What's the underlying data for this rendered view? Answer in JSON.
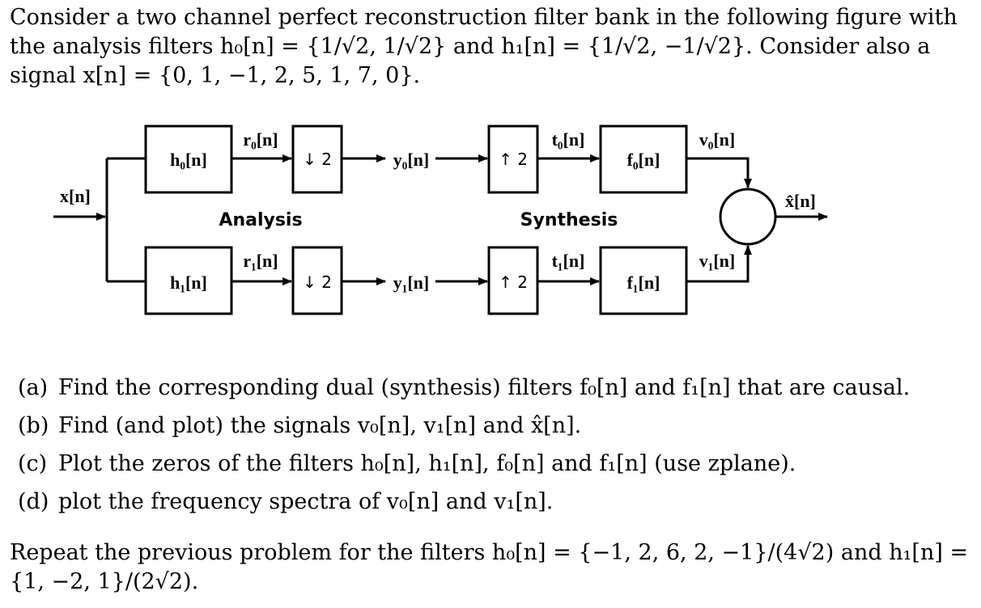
{
  "problem": {
    "intro": "Consider a two channel perfect reconstruction filter bank in the following figure with the analysis filters h₀[n] = {1/√2, 1/√2} and h₁[n] = {1/√2, −1/√2}. Consider also a signal x[n] = {0, 1, −1, 2, 5, 1, 7, 0}.",
    "parts": [
      {
        "tag": "(a)",
        "text": "Find the corresponding dual (synthesis) filters f₀[n] and f₁[n] that are causal."
      },
      {
        "tag": "(b)",
        "text": "Find (and plot) the signals v₀[n], v₁[n] and x̂[n]."
      },
      {
        "tag": "(c)",
        "text": "Plot the zeros of the filters h₀[n], h₁[n], f₀[n] and f₁[n] (use zplane)."
      },
      {
        "tag": "(d)",
        "text": "plot the frequency spectra of v₀[n] and v₁[n]."
      }
    ],
    "repeat": "Repeat the previous problem for the filters h₀[n] = {−1, 2, 6, 2, −1}/(4√2) and h₁[n] = {1, −2, 1}/(2√2)."
  },
  "figure": {
    "input": "x[n]",
    "output": "x̂[n]",
    "analysis_label": "Analysis",
    "synthesis_label": "Synthesis",
    "branch0": {
      "filter": "h₀[n]",
      "r": "r₀[n]",
      "down": "↓ 2",
      "y": "y₀[n]",
      "up": "↑ 2",
      "t": "t₀[n]",
      "synth": "f₀[n]",
      "v": "v₀[n]"
    },
    "branch1": {
      "filter": "h₁[n]",
      "r": "r₁[n]",
      "down": "↓ 2",
      "y": "y₁[n]",
      "up": "↑ 2",
      "t": "t₁[n]",
      "synth": "f₁[n]",
      "v": "v₁[n]"
    }
  }
}
